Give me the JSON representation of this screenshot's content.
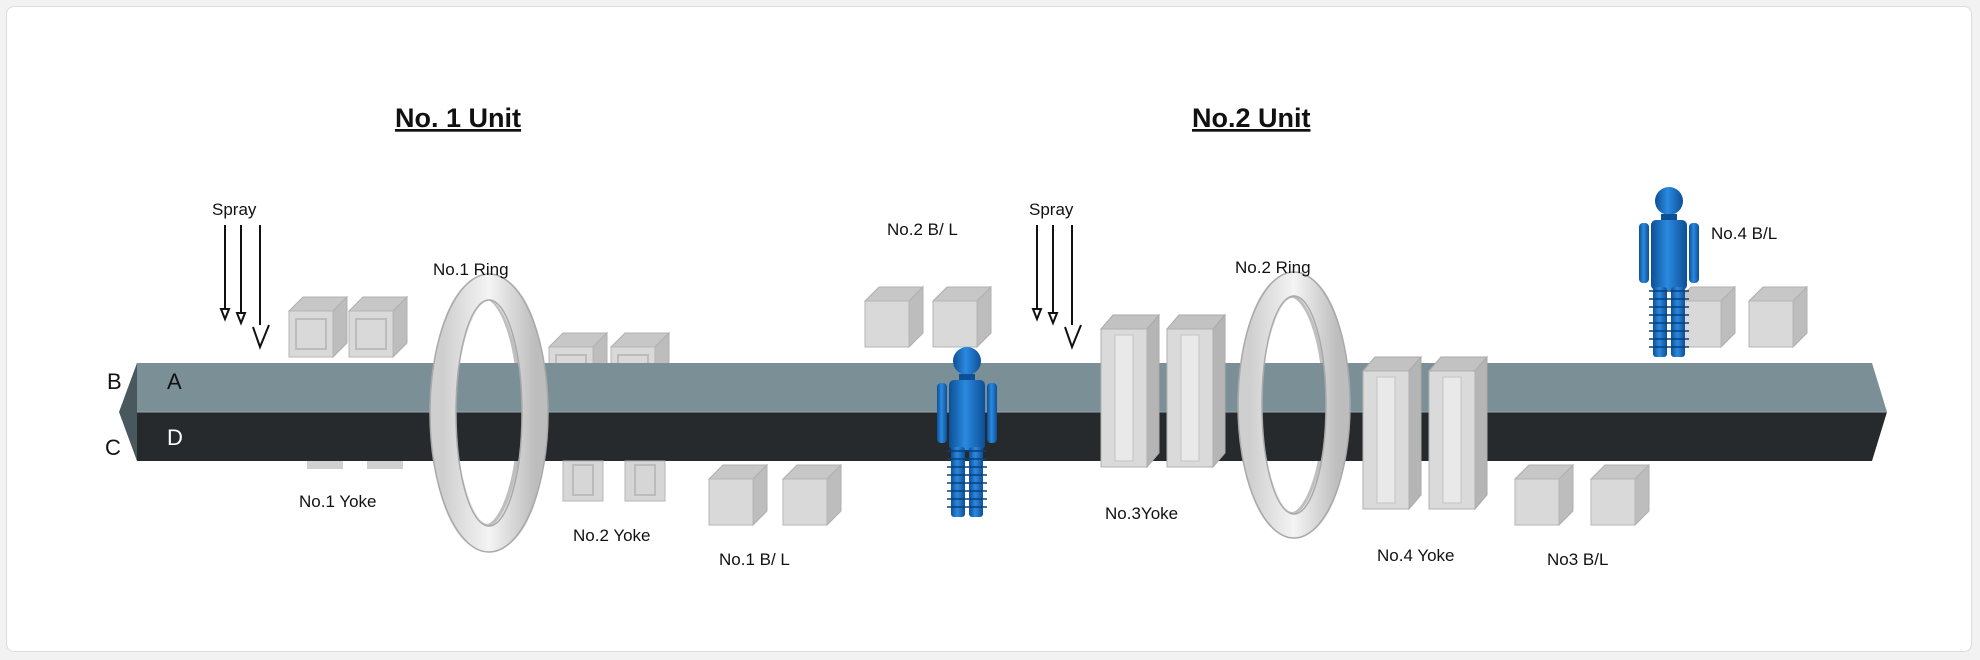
{
  "titles": {
    "unit1": "No. 1 Unit",
    "unit2": "No.2 Unit"
  },
  "faces": {
    "a": "A",
    "b": "B",
    "c": "C",
    "d": "D"
  },
  "labels": {
    "spray1": "Spray",
    "spray2": "Spray",
    "ring1": "No.1 Ring",
    "ring2": "No.2 Ring",
    "yoke1": "No.1 Yoke",
    "yoke2": "No.2 Yoke",
    "yoke3": "No.3Yoke",
    "yoke4": "No.4 Yoke",
    "bl1": "No.1 B/ L",
    "bl2": "No.2 B/ L",
    "bl3": "No3 B/L",
    "bl4": "No.4 B/L"
  },
  "colors": {
    "beam_top": "#7a8e96",
    "beam_bottom": "#2a2d2f",
    "beam_end": "#4a5a5e",
    "box_face": "#d8d8d8",
    "box_top": "#c4c4c4",
    "ring": "#e6e6e6",
    "operator": "#1a74c8"
  },
  "icons": {
    "operator": "operator-person-icon",
    "box": "bearing-block-icon",
    "spray": "spray-nozzle-icon"
  }
}
